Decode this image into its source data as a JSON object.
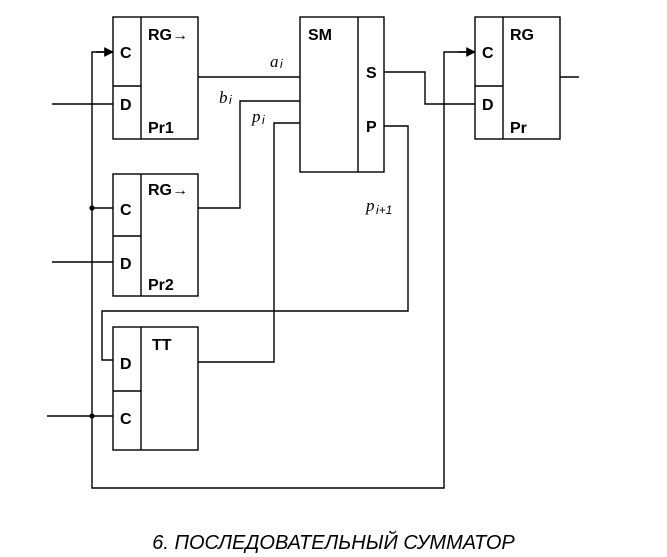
{
  "blocks": {
    "pr1": {
      "type_label": "RG→",
      "name": "Pr1",
      "port_c": "C",
      "port_d": "D"
    },
    "pr2": {
      "type_label": "RG→",
      "name": "Pr2",
      "port_c": "C",
      "port_d": "D"
    },
    "tt": {
      "type_label": "TT",
      "port_d": "D",
      "port_c": "C"
    },
    "sm": {
      "type_label": "SM",
      "port_s": "S",
      "port_p": "P"
    },
    "pr": {
      "type_label": "RG",
      "name": "Pr",
      "port_c": "C",
      "port_d": "D"
    }
  },
  "signals": {
    "a_base": "a",
    "a_sub": "i",
    "b_base": "b",
    "b_sub": "i",
    "p_base": "p",
    "p_sub": "i",
    "pn_base": "p",
    "pn_sub": "i+1"
  },
  "caption": "6. ПОСЛЕДОВАТЕЛЬНЫЙ СУММАТОР"
}
